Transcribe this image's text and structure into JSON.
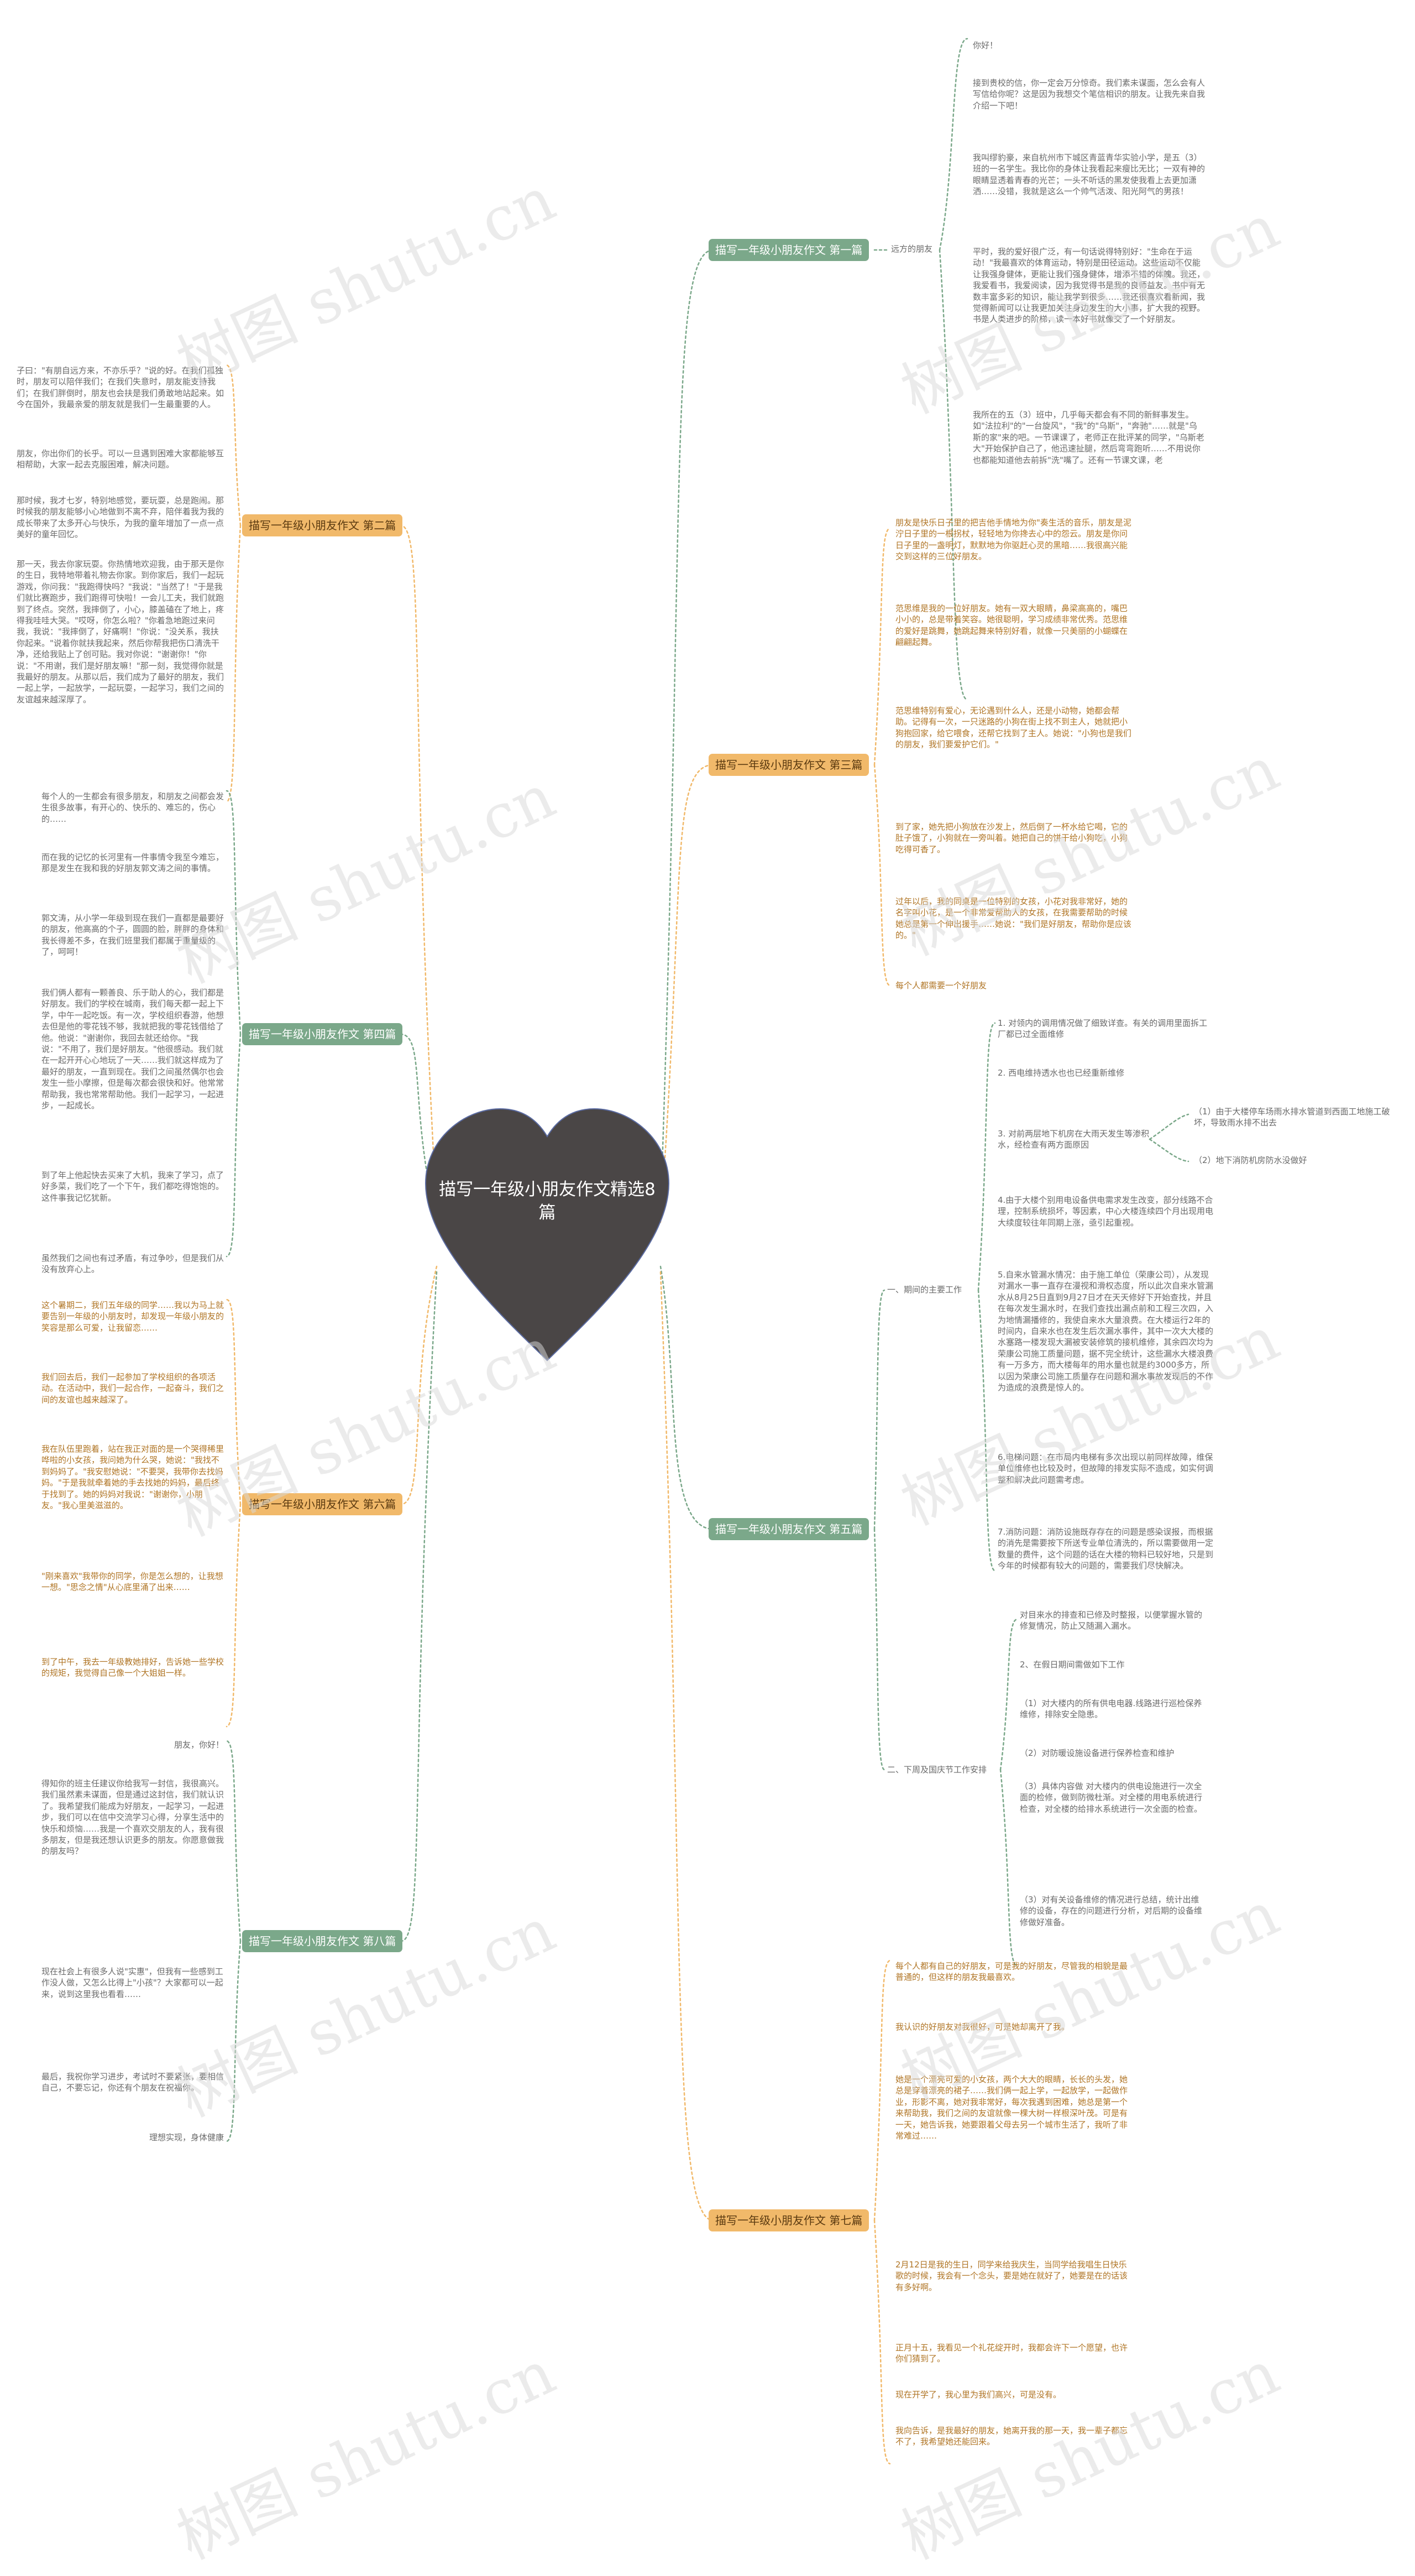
{
  "center": {
    "title": "描写一年级小朋友作文精选8篇",
    "color": "#4a4646"
  },
  "colors": {
    "green": "#7ba88a",
    "orange": "#f1b96a"
  },
  "watermark": "树图 shutu.cn",
  "branches": [
    {
      "id": "b1",
      "label": "描写一年级小朋友作文 第一篇",
      "side": "right",
      "color": "green"
    },
    {
      "id": "b2",
      "label": "描写一年级小朋友作文 第二篇",
      "side": "left",
      "color": "orange"
    },
    {
      "id": "b3",
      "label": "描写一年级小朋友作文 第三篇",
      "side": "right",
      "color": "orange"
    },
    {
      "id": "b4",
      "label": "描写一年级小朋友作文 第四篇",
      "side": "left",
      "color": "green"
    },
    {
      "id": "b5",
      "label": "描写一年级小朋友作文 第五篇",
      "side": "right",
      "color": "green"
    },
    {
      "id": "b6",
      "label": "描写一年级小朋友作文 第六篇",
      "side": "left",
      "color": "orange"
    },
    {
      "id": "b7",
      "label": "描写一年级小朋友作文 第八篇",
      "side": "left",
      "color": "green"
    },
    {
      "id": "b8",
      "label": "描写一年级小朋友作文 第七篇",
      "side": "right",
      "color": "orange"
    }
  ],
  "b1_sub": "远方的朋友",
  "b1_texts": [
    "你好！",
    "接到贵校的信，你一定会万分惊奇。我们素未谋面，怎么会有人写信给你呢？这是因为我想交个笔信相识的朋友。让我先来自我介绍一下吧！",
    "我叫缪豹豪，来自杭州市下城区青蓝青华实验小学，是五（3）班的一名学生。我比你的身体让我看起来瘦比无比；一双有神的眼睛显透着青春的光芒；一头不听话的黑发使我看上去更加潇洒……没错，我就是这么一个帅气活泼、阳光阿气的男孩！",
    "平时，我的爱好很广泛，有一句话说得特别好：\"生命在于运动！\"我最喜欢的体育运动，特别是田径运动。这些运动不仅能让我强身健体，更能让我们强身健体，增添不错的体魄。我还，我爱看书，我爱阅读，因为我觉得书是我的良师益友。书中有无数丰富多彩的知识，能让我学到很多……我还很喜欢看新闻，我觉得新闻可以让我更加关注身边发生的大小事，扩大我的视野。书是人类进步的阶梯，读一本好书就像交了一个好朋友。",
    "我所在的五（3）班中，几乎每天都会有不同的新鲜事发生。如\"法拉利\"的\"一台旋风\"，\"我\"的\"乌斯\"，\"奔驰\"……就是\"乌斯的家\"来的吧。一节课课了，老师正在批评某的同学，\"乌斯老大\"开始保护自己了，他迅速扯腿，然后弯弯跑听……不用说你也都能知道他去前拆\"洗\"嘴了。还有一节课文课，老"
  ],
  "b2_texts": [
    "子曰：\"有朋自远方来，不亦乐乎？\"说的好。在我们孤独时，朋友可以陪伴我们；在我们失意时，朋友能支持我们；在我们胖倒时，朋友也会扶是我们勇敢地站起来。如今在国外，我最亲爱的朋友就是我们一生最重要的人。",
    "朋友，你出你们的长乎。可以一旦遇到困难大家都能够互相帮助，大家一起去克服困难，解决问题。",
    "那时候，我才七岁，特别地感觉，要玩耍，总是跑闹。那时候我的朋友能够小心地做到不离不弃，陪伴着我为我的成长带来了太多开心与快乐，为我的童年增加了一点一点美好的童年回忆。",
    "那一天，我去你家玩耍。你热情地欢迎我，由于那天是你的生日，我特地带着礼物去你家。到你家后，我们一起玩游戏，你问我：\"我跑得快吗？\"我说：\"当然了！\"于是我们就比赛跑步，我们跑得可快啦！一会儿工夫，我们就跑到了终点。突然，我摔倒了，小心，膝盖磕在了地上，疼得我哇哇大哭。\"哎呀，你怎么啦？\"你着急地跑过来问我，我说：\"我摔倒了，好痛啊！\"你说：\"没关系，我扶你起来。\"说着你就扶我起来，然后你帮我把伤口清洗干净，还给我贴上了创可贴。我对你说：\"谢谢你！\"你说：\"不用谢，我们是好朋友嘛！\"那一刻，我觉得你就是我最好的朋友。从那以后，我们成为了最好的朋友，我们一起上学，一起放学，一起玩耍，一起学习，我们之间的友谊越来越深厚了。"
  ],
  "b3_texts": [
    "朋友是快乐日子里的把吉他手情地为你\"奏生活的音乐，朋友是泥泞日子里的一根拐杖，轻轻地为你搀去心中的怨云。朋友是你问日子里的一盏明灯，默默地为你驱赶心灵的黑暗……我很高兴能交到这样的三位好朋友。",
    "范思维是我的一位好朋友。她有一双大眼睛，鼻梁高高的，嘴巴小小的，总是带着笑容。她很聪明，学习成绩非常优秀。范思维的爱好是跳舞，她跳起舞来特别好看，就像一只美丽的小蝴蝶在翩翩起舞。",
    "范思维特别有爱心，无论遇到什么人，还是小动物，她都会帮助。记得有一次，一只迷路的小狗在街上找不到主人，她就把小狗抱回家，给它喂食，还帮它找到了主人。她说：\"小狗也是我们的朋友，我们要爱护它们。\"",
    "到了家，她先把小狗放在沙发上，然后倒了一杯水给它喝，它的肚子饿了，小狗就在一旁叫着。她把自己的饼干给小狗吃，小狗吃得可香了。",
    "过年以后，我的同桌是一位特别的女孩，小花对我非常好，她的名字叫小花，是一个非常爱帮助人的女孩，在我需要帮助的时候她总是第一个伸出援手……她说：\"我们是好朋友，帮助你是应该的。\"",
    "每个人都需要一个好朋友"
  ],
  "b4_texts": [
    "每个人的一生都会有很多朋友，和朋友之间都会发生很多故事，有开心的、快乐的、难忘的，伤心的……",
    "而在我的记忆的长河里有一件事情令我至今难忘，那是发生在我和我的好朋友郭文涛之间的事情。",
    "郭文涛，从小学一年级到现在我们一直都是最要好的朋友，他高高的个子，圆圆的脸，胖胖的身体和我长得差不多，在我们班里我们都属于重量级的了，呵呵！",
    "我们俩人都有一颗善良、乐于助人的心，我们都是好朋友。我们的学校在城南，我们每天都一起上下学，中午一起吃饭。有一次，学校组织春游，他想去但是他的零花钱不够，我就把我的零花钱借给了他。他说：\"谢谢你，我回去就还给你。\"我说：\"不用了，我们是好朋友。\"他很感动。我们就在一起开开心心地玩了一天……我们就这样成为了最好的朋友，一直到现在。我们之间虽然偶尔也会发生一些小摩擦，但是每次都会很快和好。他常常帮助我，我也常常帮助他。我们一起学习，一起进步，一起成长。",
    "到了年上他起快去买来了大机，我来了学习，点了好多菜，我们吃了一个下午，我们都吃得饱饱的。这件事我记忆犹新。",
    "虽然我们之间也有过矛盾，有过争吵，但是我们从没有放弃心上。"
  ],
  "b5_sub1": "一、期间的主要工作",
  "b5_sub2": "二、下周及国庆节工作安排",
  "b5_items1": [
    "1. 对领内的调用情况做了细致详查。有关的调用里面拆工厂都已过全面维修",
    "2. 西电维持透水也也已经重新维修",
    "3. 对前两层地下机房在大雨天发生等渗积水，经检查有两方面原因",
    "4.由于大楼个别用电设备供电需求发生改变，部分线路不合理，控制系统损坏，等因素，中心大楼连续四个月出现用电大续度较往年同期上涨，亟引起重视。",
    "5.自来水管漏水情况：由于施工单位（荣康公司），从发现对漏水一事一直存在漫视和滑权态度，所以此次自来水管漏水从8月25日直到9月27日才在天天修好下开始查找，并且在每次发生漏水时，在我们查找出漏点前和工程三次四，入为地情漏播修的，我使自来水大量浪费。在大楼运行2年的时间内，自来水也在发生后次漏水事件，其中一次大大楼的水塞路一楼发现大漏被安装修筑的接机维修，其余四次均为荣康公司施工质量问题，据不完全统计，这些漏水大楼浪费有一万多方，而大楼每年的用水量也就是约3000多方，所以因为荣康公司施工质量存在问题和漏水事故发现后的不作为造成的浪费是惊人的。",
    "6.电梯问题：在市局内电梯有多次出现以前同样故障，维保单位维修也比较及时，但故障的排发实际不造成，如实何调整和解决此问题需考虑。",
    "7.消防问题：消防设施既存存在的问题是感染误报，而根据的消先是需要按下所送专业单位清洗的，所以需要做用一定数量的费件，这个问题的话在大楼的物料已较好地，只是到今年的时候都有较大的问题的，需要我们尽快解决。"
  ],
  "b5_nested": [
    "（1）由于大楼停车场雨水排水管道到西面工地施工破坏，导致雨水排不出去",
    "（2）地下消防机房防水没做好"
  ],
  "b5_items2": [
    "对目来水的排查和已修及时整报，以便掌握水管的修复情况，防止又随漏入漏水。",
    "2、在假日期间需做如下工作",
    "（1）对大楼内的所有供电电器.线路进行巡检保养维修，排除安全隐患。",
    "（2）对防暖设施设备进行保养检查和维护",
    "（3）具体内容做 对大楼内的供电设施进行一次全面的检修，做到防微杜渐。对全楼的用电系统进行检查，对全楼的给排水系统进行一次全面的检查。",
    "（3）对有关设备维修的情况进行总结，统计出维修的设备，存在的问题进行分析，对后期的设备维修做好准备。"
  ],
  "b6_texts": [
    "这个暑期二，我们五年级的同学……我以为马上就要告别一年级的小朋友时，却发现一年级小朋友的笑容是那么可爱，让我留恋……",
    "我们回去后，我们一起参加了学校组织的各项活动。在活动中，我们一起合作，一起奋斗，我们之间的友谊也越来越深了。",
    "我在队伍里跑着，站在我正对面的是一个哭得稀里哗啦的小女孩，我问她为什么哭，她说：\"我找不到妈妈了。\"我安慰她说：\"不要哭，我带你去找妈妈。\"于是我就牵着她的手去找她的妈妈，最后终于找到了。她的妈妈对我说：\"谢谢你，小朋友。\"我心里美滋滋的。",
    "\"刚来喜欢\"我带你的同学，你是怎么想的，让我想一想。\"思念之情\"从心底里涌了出来……",
    "到了中午，我去一年级教她排好，告诉她一些学校的规矩，我觉得自己像一个大姐姐一样。"
  ],
  "b7_texts": [
    "朋友，你好！",
    "得知你的班主任建议你给我写一封信，我很高兴。我们虽然素未谋面，但是通过这封信，我们就认识了。我希望我们能成为好朋友，一起学习，一起进步，我们可以在信中交流学习心得，分享生活中的快乐和烦恼……我是一个喜欢交朋友的人，我有很多朋友，但是我还想认识更多的朋友。你愿意做我的朋友吗？",
    "现在社会上有很多人说\"实惠\"，但我有一些感到工作没人做，又怎么比得上\"小孩\"？大家都可以一起来，说到这里我也看看……",
    "最后，我祝你学习进步，考试时不要紧张，要相信自己，不要忘记，你还有个朋友在祝福你。",
    "理想实现，身体健康"
  ],
  "b8_texts": [
    "每个人都有自己的好朋友，可是我的好朋友，尽管我的相貌是最普通的，但这样的朋友我最喜欢。",
    "我认识的好朋友对我很好，可是她却离开了我。",
    "她是一个漂亮可爱的小女孩，两个大大的眼睛，长长的头发，她总是穿着漂亮的裙子……我们俩一起上学，一起放学，一起做作业，形影不离，她对我非常好，每次我遇到困难，她总是第一个来帮助我，我们之间的友谊就像一棵大树一样根深叶茂。可是有一天，她告诉我，她要跟着父母去另一个城市生活了，我听了非常难过……",
    "2月12日是我的生日，同学来给我庆生，当同学给我唱生日快乐歌的时候，我会有一个念头，要是她在就好了，她要是在的话该有多好啊。",
    "正月十五，我看见一个礼花绽开时，我都会许下一个愿望，也许你们猜到了。",
    "现在开学了，我心里为我们高兴，可是没有。",
    "我向告诉，是我最好的朋友，她离开我的那一天，我一辈子都忘不了，我希望她还能回来。"
  ]
}
